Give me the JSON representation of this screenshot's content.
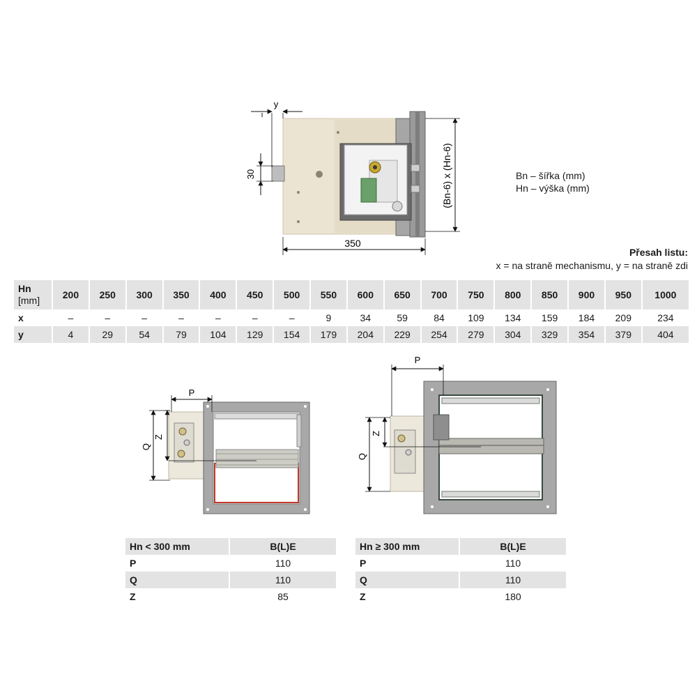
{
  "top_diagram": {
    "dim_y": "y",
    "dim_30": "30",
    "dim_350": "350",
    "dim_size": "(Bn-6) x (Hn-6)"
  },
  "legend": {
    "bn": "Bn – šířka (mm)",
    "hn": "Hn – výška (mm)"
  },
  "overlap": {
    "title": "Přesah listu:",
    "desc": "x = na straně mechanismu, y = na straně zdi"
  },
  "main_table": {
    "header_label": "Hn",
    "header_unit": "[mm]",
    "columns": [
      "200",
      "250",
      "300",
      "350",
      "400",
      "450",
      "500",
      "550",
      "600",
      "650",
      "700",
      "750",
      "800",
      "850",
      "900",
      "950",
      "1000"
    ],
    "rows": [
      {
        "label": "x",
        "values": [
          "–",
          "–",
          "–",
          "–",
          "–",
          "–",
          "–",
          "9",
          "34",
          "59",
          "84",
          "109",
          "134",
          "159",
          "184",
          "209",
          "234"
        ]
      },
      {
        "label": "y",
        "values": [
          "4",
          "29",
          "54",
          "79",
          "104",
          "129",
          "154",
          "179",
          "204",
          "229",
          "254",
          "279",
          "304",
          "329",
          "354",
          "379",
          "404"
        ]
      }
    ]
  },
  "left_diagram": {
    "p": "P",
    "q": "Q",
    "z": "Z"
  },
  "right_diagram": {
    "p": "P",
    "q": "Q",
    "z": "Z"
  },
  "table_small_left": {
    "head": "Hn < 300 mm",
    "col": "B(L)E",
    "rows": [
      {
        "k": "P",
        "v": "110"
      },
      {
        "k": "Q",
        "v": "110"
      },
      {
        "k": "Z",
        "v": "85"
      }
    ]
  },
  "table_small_right": {
    "head": "Hn ≥ 300 mm",
    "col": "B(L)E",
    "rows": [
      {
        "k": "P",
        "v": "110"
      },
      {
        "k": "Q",
        "v": "110"
      },
      {
        "k": "Z",
        "v": "180"
      }
    ]
  }
}
